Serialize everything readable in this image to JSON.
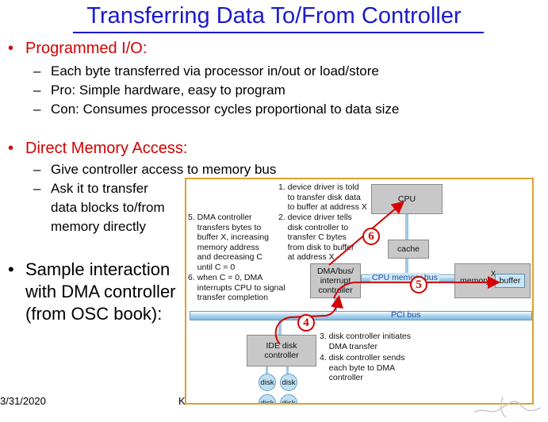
{
  "slide": {
    "title": "Transferring Data To/From Controller",
    "bullets": {
      "programmed_io": {
        "heading": "Programmed I/O:",
        "subs": [
          "Each byte transferred via processor in/out or load/store",
          "Pro: Simple hardware, easy to program",
          "Con: Consumes processor cycles proportional to data size"
        ]
      },
      "dma": {
        "heading": "Direct Memory Access:",
        "subs": [
          "Give controller access to memory bus",
          "Ask it to transfer",
          "data blocks to/from",
          "memory directly"
        ]
      },
      "sample": {
        "lines": [
          "Sample interaction",
          "with DMA controller",
          "(from OSC book):"
        ]
      }
    },
    "bullet_glyph": "•",
    "dash_glyph": "–",
    "footer": {
      "date": "3/31/2020",
      "initial": "K"
    },
    "colors": {
      "title": "#1a1acc",
      "heading": "#d40000",
      "figure_border": "#e0a030",
      "bus": "#7fb8e2",
      "box": "#c8c8c8"
    }
  },
  "figure": {
    "boxes": {
      "cpu": "CPU",
      "cache": "cache",
      "dma_controller": "DMA/bus/\ninterrupt\ncontroller",
      "memory": "memory",
      "buffer": "buffer",
      "x_marker": "X",
      "ide": "IDE disk\ncontroller"
    },
    "buses": {
      "cpu_memory": "CPU memory bus",
      "pci": "PCI bus"
    },
    "disks": [
      "disk",
      "disk",
      "disk",
      "disk"
    ],
    "notes": {
      "n1": "1. device driver is told\n    to transfer disk data\n    to buffer at address X",
      "n2": "2. device driver tells\n    disk controller to\n    transfer C bytes\n    from disk to buffer\n    at address X",
      "n3": "3. disk controller initiates\n    DMA transfer",
      "n4": "4. disk controller sends\n    each byte to DMA\n    controller",
      "n5": "5. DMA controller\n    transfers bytes to\n    buffer X, increasing\n    memory address\n    and decreasing C\n    until C = 0",
      "n6": "6. when C = 0, DMA\n    interrupts CPU to signal\n    transfer completion"
    },
    "steps": [
      "4",
      "5",
      "6"
    ]
  }
}
